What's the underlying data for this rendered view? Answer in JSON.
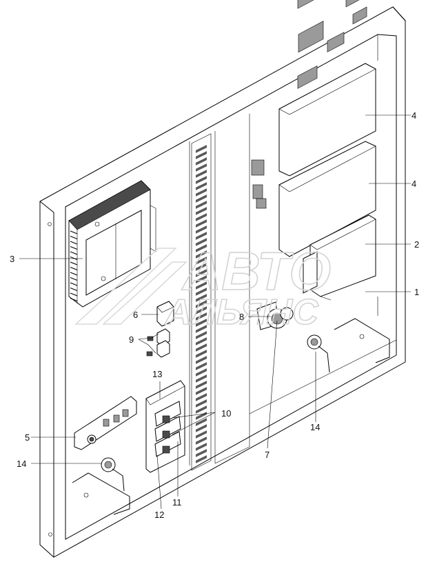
{
  "watermark": {
    "line1": "АВТО",
    "line2": "АЛЬЯНС"
  },
  "callouts": {
    "c1": "1",
    "c2": "2",
    "c3": "3",
    "c4a": "4",
    "c4b": "4",
    "c5": "5",
    "c6": "6",
    "c7": "7",
    "c8": "8",
    "c9": "9",
    "c10": "10",
    "c11": "11",
    "c12": "12",
    "c13": "13",
    "c14a": "14",
    "c14b": "14"
  }
}
